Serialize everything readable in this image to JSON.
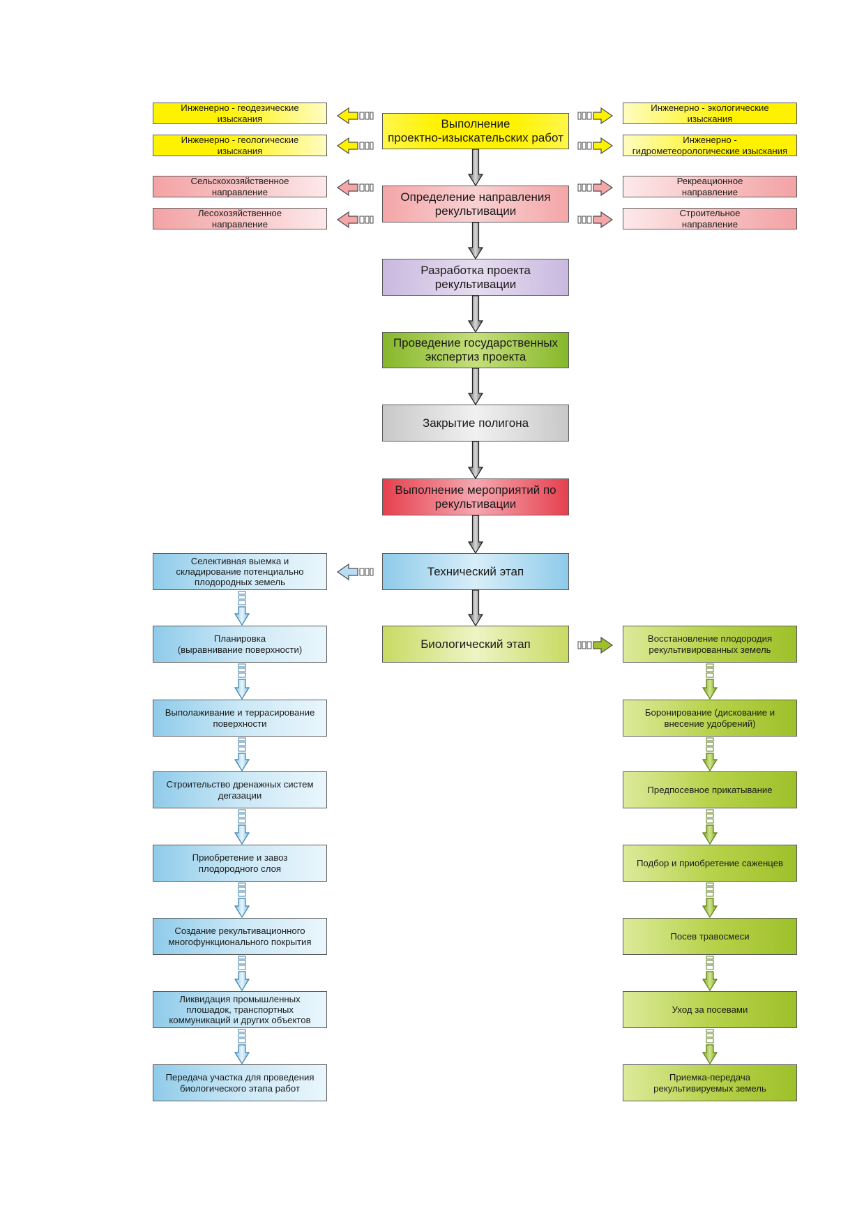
{
  "colors": {
    "yellow": "#fff200",
    "pink": "#f4a6a8",
    "lilac": "#c9b9df",
    "green": "#86b72a",
    "grey": "#c8c8c8",
    "red": "#e6404e",
    "blue": "#8fcbea",
    "lime": "#c9da63",
    "olive": "#9ec12a",
    "arrow_dark": "#3a3a3a"
  },
  "main_flow": [
    "Выполнение\nпроектно-изыскательских работ",
    "Определение направления\nрекультивации",
    "Разработка проекта\nрекультивации",
    "Проведение государственных\nэкспертиз проекта",
    "Закрытие полигона",
    "Выполнение мероприятий по\nрекультивации",
    "Технический этап",
    "Биологический этап"
  ],
  "surveys": {
    "left": [
      "Инженерно - геодезические\nизыскания",
      "Инженерно - геологические\nизыскания"
    ],
    "right": [
      "Инженерно - экологические\nизыскания",
      "Инженерно -\nгидрометеорологические изыскания"
    ]
  },
  "directions": {
    "left": [
      "Сельскохозяйственное\nнаправление",
      "Лесохозяйственное\nнаправление"
    ],
    "right": [
      "Рекреационное\nнаправление",
      "Строительное\nнаправление"
    ]
  },
  "technical_steps": [
    "Селективная выемка и\nскладирование потенциально\nплодородных земель",
    "Планировка\n(выравнивание поверхности)",
    "Выполаживание и террасирование\nповерхности",
    "Строительство дренажных систем\nдегазации",
    "Приобретение и завоз\nплодородного слоя",
    "Создание рекультивационного\nмногофункционального покрытия",
    "Ликвидация промышленных\nплошадок, транспортных\nкоммуникаций и других объектов",
    "Передача участка для проведения\nбиологического этапа работ"
  ],
  "biological_steps": [
    "Восстановление плодородия\nрекультивированных земель",
    "Боронирование (дискование и\nвнесение удобрений)",
    "Предпосевное прикатывание",
    "Подбор и приобретение саженцев",
    "Посев травосмеси",
    "Уход за посевами",
    "Приемка-передача\nрекультивируемых земель"
  ]
}
